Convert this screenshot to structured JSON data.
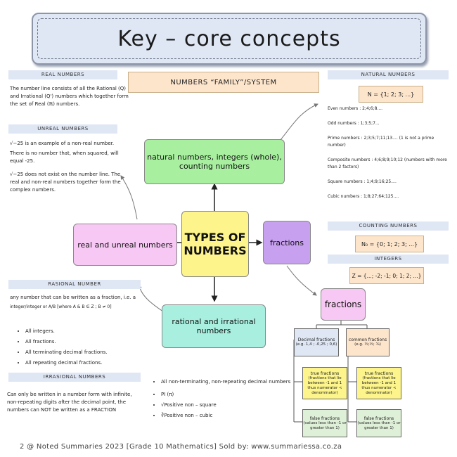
{
  "title": "Key – core concepts",
  "center": {
    "types": "TYPES OF NUMBERS",
    "family": "NUMBERS “FAMILY”/SYSTEM",
    "natural_box": "natural numbers, integers (whole), counting numbers",
    "real_box": "real and unreal numbers",
    "fractions_box": "fractions",
    "rational_box": "rational and irrational numbers"
  },
  "real": {
    "header": "REAL NUMBERS",
    "text": "The number line consists of all the Rational (Q) and Irrational (Q') numbers which together form the set of Real (ℝ) numbers."
  },
  "unreal": {
    "header": "UNREAL NUMBERS",
    "p1": "√−25 is an example of a non-real number.",
    "p2": "There is no number that, when squared, will equal -25.",
    "p3": "√−25 does not exist on the number line. The real and non-real numbers together form the complex numbers."
  },
  "rational": {
    "header": "RASIONAL NUMBER",
    "intro": "any number that can be written as a fraction, i.e. a",
    "formula": "integer/integer or A/B [where A & B ∈ Z ; B ≠ 0]",
    "bullets": [
      "All integers.",
      "All fractions.",
      "All terminating decimal fractions.",
      "All repeating decimal fractions."
    ]
  },
  "irrational": {
    "header": "IRRASIONAL NUMBERS",
    "text": "Can only be written in a number form with infinite, non-repeating digits after the decimal point, the numbers can NOT be written as a FRACTION",
    "bullets": [
      "All non-terminating, non-repeating decimal numbers",
      "PI (π)",
      "√Positive non – square",
      "∛Positive non – cubic"
    ]
  },
  "natural": {
    "header": "NATURAL NUMBERS",
    "set": "N = {1; 2; 3; ...}",
    "even": "Even numbers : 2;4;6;8....",
    "odd": "Odd numbers : 1;3;5;7...",
    "prime": "Prime numbers : 2;3;5;7;11;13.... (1 is not a prime number)",
    "composite": "Composite numbers : 4;6;8;9;10;12 (numbers with more than 2 factors)",
    "square": "Square numbers : 1;4;9;16;25....",
    "cubic": "Cubic numbers : 1;8;27;64;125...."
  },
  "counting": {
    "header": "COUNTING NUMBERS",
    "set": "N₀ = {0; 1; 2; 3; ...}"
  },
  "integers": {
    "header": "INTEGERS",
    "set": "Z = {...; -2; -1; 0; 1; 2; ...}"
  },
  "fractions_tree": {
    "root": "fractions",
    "decimal": "Decimal fractions",
    "decimal_eg": "(e.g. 1,4 ; -0,25 ; 0,6)",
    "common": "common fractions",
    "common_eg": "(e.g. ½;⅔; ¾)",
    "true1_title": "true fractions",
    "true1_desc": "(fractions that lie between -1 and 1 thus numerator < denominator)",
    "true2_title": "true fractions",
    "true2_desc": "(fractions that lie between -1 and 1 thus numerator < denominator)",
    "false1_title": "false fractions",
    "false1_desc": "(values less than -1 or greater than 1)",
    "false2_title": "false fractions",
    "false2_desc": "(values less than -1 or greater than 1)"
  },
  "footer": "2 @ Noted Summaries 2023  [Grade 10 Mathematics]  Sold by: www.summariessa.co.za",
  "colors": {
    "green": "#a8f0a0",
    "pink": "#f7c8f3",
    "purple": "#c8a0f0",
    "yellow": "#fdf58c",
    "teal": "#a8efe0",
    "peach": "#fde5cc",
    "blue_header": "#dfe7f5"
  }
}
